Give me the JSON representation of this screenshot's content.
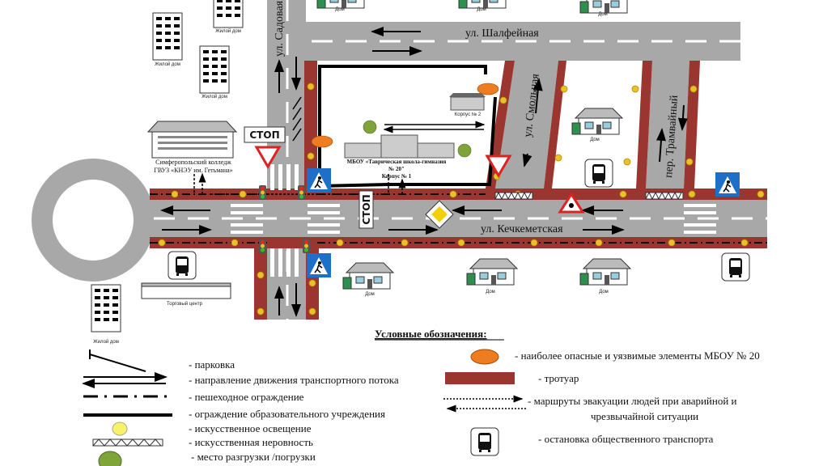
{
  "streets": {
    "sadovaya": "ул. Садовая",
    "shalfeinaya": "ул. Шалфейная",
    "smolnaya": "ул. Смольная",
    "tramvainy": "пер. Трамвайный",
    "kechkemetskaya": "ул. Кечкеметская"
  },
  "signs": {
    "stop": "СТОП"
  },
  "buildings": {
    "residential": "Жилой дом",
    "house": "Дом",
    "college_line1": "Симферопольский колледж",
    "college_line2": "ГВУЗ «КНЭУ им. Гетьмана»",
    "school_line1": "МБОУ «Таврическая школа-гимназия",
    "school_line2": "№ 20\"",
    "school_building1": "Корпус № 1",
    "school_building2": "Корпус № 2",
    "mall": "Торговый центр"
  },
  "legend": {
    "title": "Условные обозначения:",
    "parking": "-   парковка",
    "traffic_direction": "-   направление движения транспортного потока",
    "pedestrian_fence": "- пешеходное ограждение",
    "school_fence": "- ограждение образовательного учреждения",
    "lighting": "- искусственное освещение",
    "speed_bump": "- искусственная неровность",
    "loading_area": "- место разгрузки /погрузки",
    "danger": "- наиболее опасные и уязвимые элементы МБОУ № 20",
    "sidewalk": "- тротуар",
    "evacuation_line1": "- маршруты эвакуации людей при аварийной и",
    "evacuation_line2": "чрезвычайной ситуации",
    "bus_stop": "- остановка общественного транспорта"
  },
  "colors": {
    "road": "#a8a8a8",
    "sidewalk": "#9b3530",
    "lamp": "#e8c22a",
    "danger": "#ee7d22",
    "loading": "#7ea43a",
    "sign_blue": "#1e6fc8"
  }
}
